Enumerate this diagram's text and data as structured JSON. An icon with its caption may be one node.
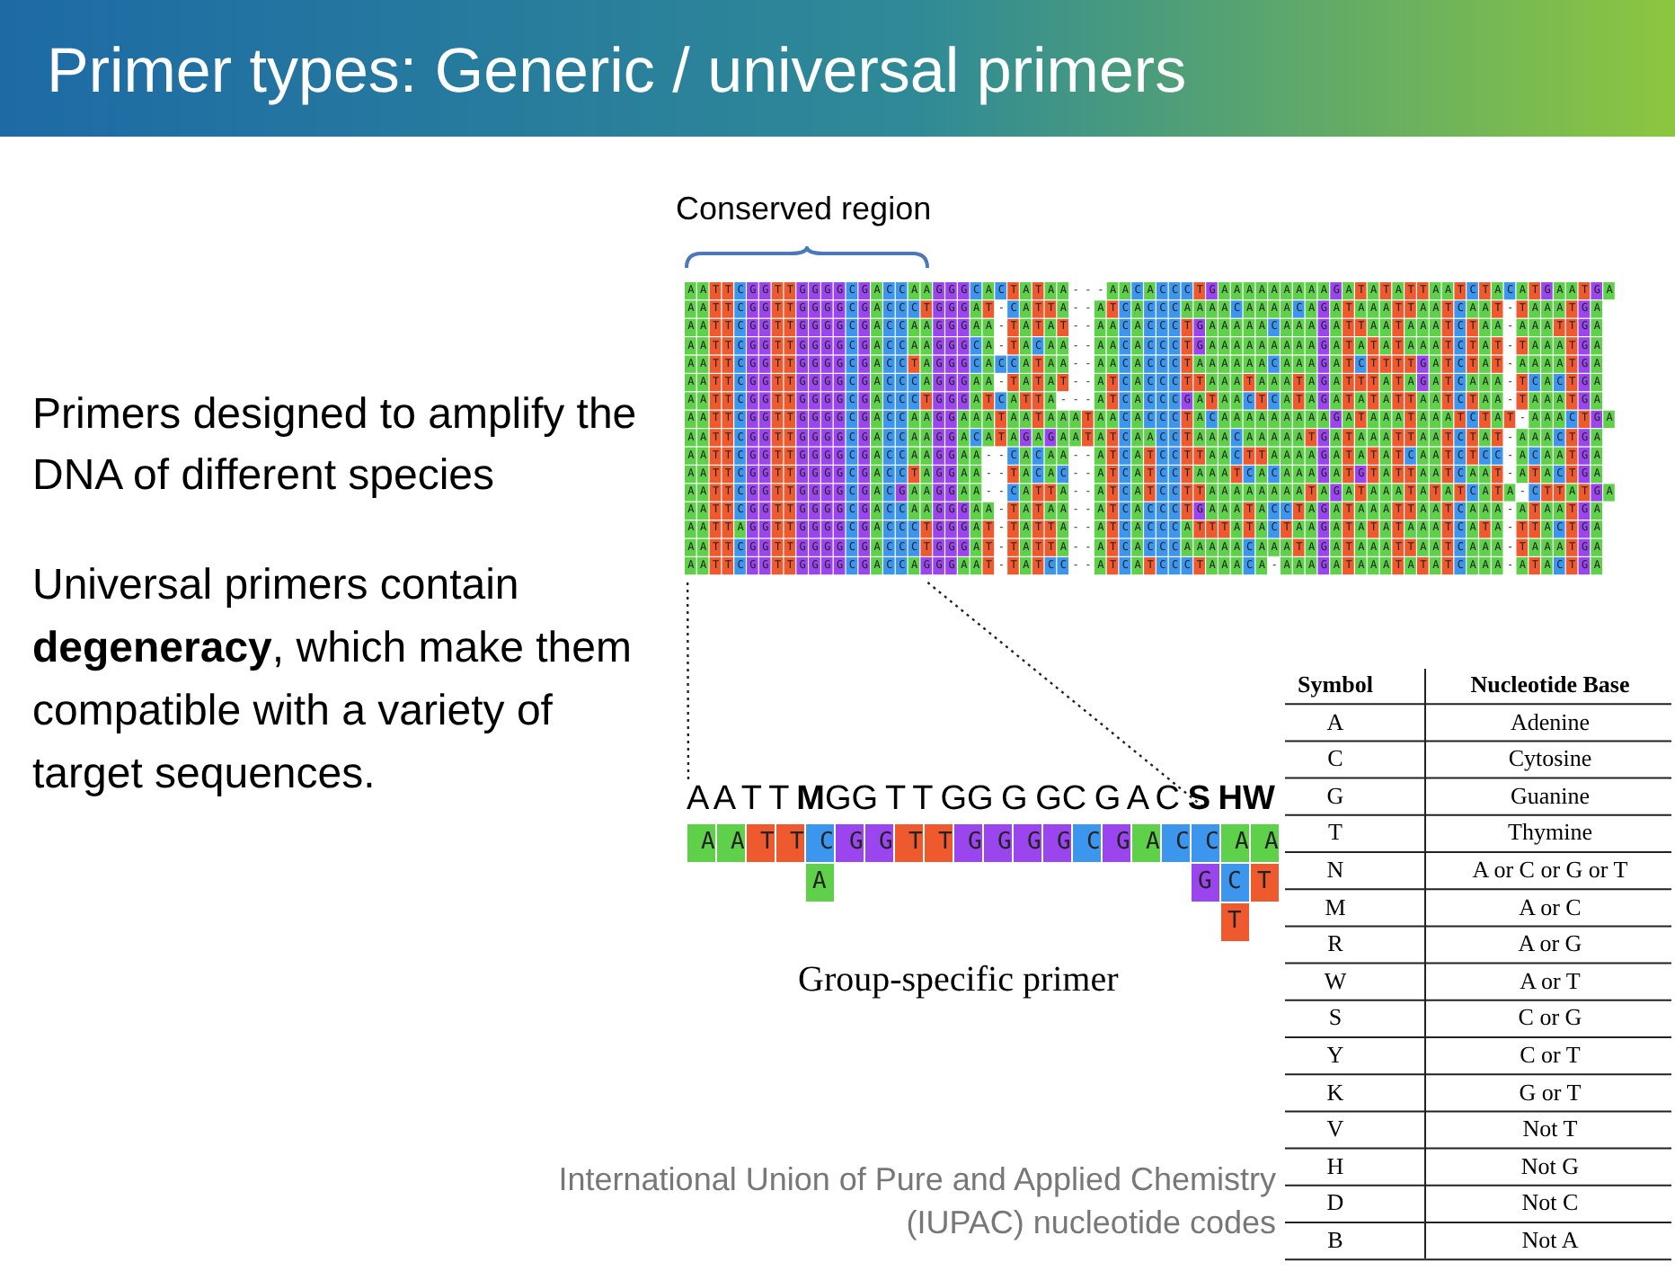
{
  "diagram": {
    "title": "Primer types: Generic / universal primers",
    "nodes": [
      {
        "text": [
          "AATTCGGTTGGGGCGACCAAGGGCACTATAA---AACACCCTGAAAAAAAAAGATATATTAATCTACATGAATGA",
          "AATTCGGTTGGGGCGACCCTGGGAT-CATTA--ATCACCCAAAACAAAACAGATAAATTAATCAAT-TAAATGA",
          "AATTCGGTTGGGGCGACCAAGGGAA-TATAT--AACACCCTGAAAAACAAAGATTAATAAATCTAA-AAATTGA",
          "AATTCGGTTGGGGCGACCAAGGGCA-TACAA--AACACCCTGAAAAAAAAAGATATATAAATCTAT-TAAATGA",
          "AATTCGGTTGGGGCGACCTAGGGCACCATAA--AACACCCTAAAAAACAAAGATCTTTTGATCTAT-AAAATGA",
          "AATTCGGTTGGGGCGACCCAGGGAA-TATAT--ATCACCCTTAAATAAATAGATTTATAGATCAAA-TCACTGA",
          "AATTCGGTTGGGGCGACCCTGGGATCATTA---ATCACCCGATAACTCATAGATATATTAATCTAA-TAAATGA",
          "AATTCGGTTGGGGCGACCAAGGAAATAATAAATAACACCCTACAAAAAAAAAGATAAATAAATCTAT-AAACTGA",
          "AATTCGGTTGGGGCGACCAAGGACATAGAGAATATCAACCTAAACAAAAATGATAAATTAATCTAT-AAACTGA",
          "AATTCGGTTGGGGCGACCAAGGAA--CACAA--ATCATCCTTAACTTAAAAGATATATCAATCTCC-ACAATGA",
          "AATTCGGTTGGGGCGACCTAGGAA--TACAC--ATCATCCTAAATCACAAAGATGTATTAATCAAT-ATACTGA",
          "AATTCGGTTGGGGCGACGAAGGAA--CATTA--ATCATCCTTAAAAAAAATAGATAAATATATCATA-CTTATGA",
          "AATTCGGTTGGGGCGACCAAGGGAA-TATAA--ATCACCCTGAAATACCTAGATAAATTAATCAAA-ATAATGA",
          "AATTAGGTTGGGGCGACCCTGGGAT-TATTA--ATCACCCATTTATACTAAGATATATAAATCATA-TTACTGA",
          "AATTCGGTTGGGGCGACCCTGGGAT-TATTA--ATCACCCAAAAACAAATAGATAAATTAATCAAA-TAAATGA",
          "AATTCGGTTGGGGCGACCAGGGAAT-TATCC--ATCATCCCTAAACA-AAAGATAAATATATCAAA-ATACTGA"
        ]
      },
      {
        "text": [
          "A A T T **M**GG T T GG G GC G A C **S** **HW**",
          "A",
          "A",
          "T",
          "T",
          "CA",
          "G",
          "G",
          "T",
          "T",
          "G",
          "G",
          "G",
          "G",
          "C",
          "G",
          "A",
          "C",
          "CG",
          "ACT",
          "AT"
        ],
        "beside": [
          "Group-specific primer"
        ]
      }
    ],
    "edges": [
      {
        "from": 0,
        "to": 1,
        "arrow": "none",
        "style": "dashed"
      },
      {
        "from": 0,
        "to": 1,
        "arrow": "none",
        "style": "dashed"
      }
    ],
    "labels": [
      "Conserved region",
      "Primers designed to amplify the DNA of different species",
      "Universal primers contain **degeneracy**, which make them compatible with a variety of target sequences.",
      "Symbol",
      "Nucleotide Base",
      "A",
      "Adenine",
      "C",
      "Cytosine",
      "G",
      "Guanine",
      "T",
      "Thymine",
      "N",
      "A or C or G or T",
      "M",
      "A or C",
      "R",
      "A or G",
      "W",
      "A or T",
      "S",
      "C or G",
      "Y",
      "C or T",
      "K",
      "G or T",
      "V",
      "Not T",
      "H",
      "Not G",
      "D",
      "Not C",
      "B",
      "Not A",
      "International Union of Pure and Applied Chemistry (IUPAC) nucleotide codes"
    ]
  }
}
